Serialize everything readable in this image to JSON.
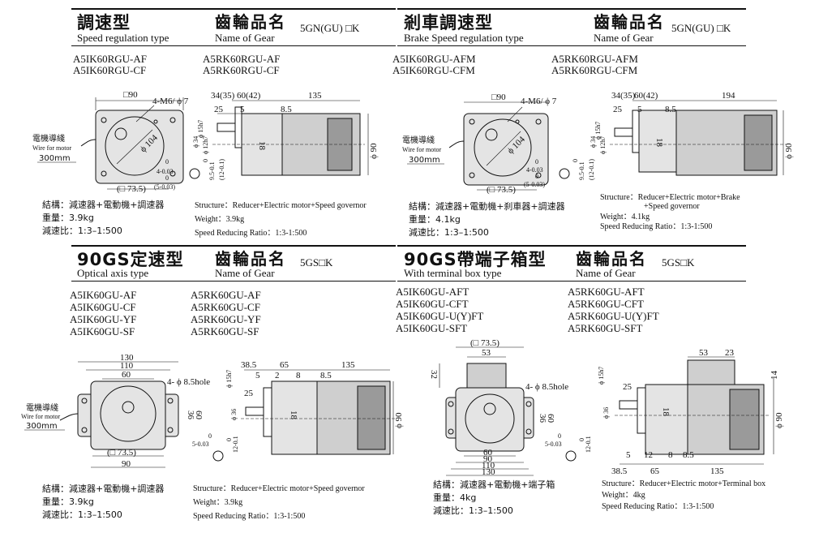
{
  "sections": [
    {
      "title_zh": "調速型",
      "title_en": "Speed regulation type",
      "gear_zh": "齒輪品名",
      "gear_en": "Name of Gear",
      "gear_code": "5GN(GU) □K",
      "models_left": [
        "A5IK60RGU-AF",
        "A5IK60RGU-CF"
      ],
      "models_right": [
        "A5RK60RGU-AF",
        "A5RK60RGU-CF"
      ],
      "spec_zh": [
        "結構：減速器+電動機+調速器",
        "重量：3.9kg",
        "減速比：1:3–1:500"
      ],
      "spec_en": [
        "Structure：Reducer+Electric motor+Speed governor",
        "Weight：3.9kg",
        "Speed Reducing Ratio：1:3-1:500"
      ],
      "dims": {
        "box": "□90",
        "hole": "4-M6/ ϕ 7",
        "pcd": "ϕ 104",
        "flange": "(□ 73.5)",
        "wire_zh": "電機導綫",
        "wire_en": "Wire for motor",
        "wire_len": "300mm",
        "shaft_tol": "ϕ 15h7",
        "shaft_tol2": "ϕ 12h7",
        "shaft_d": "ϕ 34",
        "len1": "34(35)",
        "len2": "60(42)",
        "len3": "135",
        "s25": "25",
        "s5": "5",
        "s85": "8.5",
        "h90": "ϕ 90",
        "key": "18",
        "keyw": "4-0.03",
        "keyw2": "(5-0.03)",
        "keyh": "9.5-0.1",
        "keyh2": "(12-0.1)",
        "zero": "0"
      }
    },
    {
      "title_zh": "剎車調速型",
      "title_en": "Brake Speed regulation type",
      "gear_zh": "齒輪品名",
      "gear_en": "Name of Gear",
      "gear_code": "5GN(GU) □K",
      "models_left": [
        "A5IK60RGU-AFM",
        "A5IK60RGU-CFM"
      ],
      "models_right": [
        "A5RK60RGU-AFM",
        "A5RK60RGU-CFM"
      ],
      "spec_zh": [
        "結構：減速器+電動機+刹車器+調速器",
        "重量：4.1kg",
        "減速比：1:3–1:500"
      ],
      "spec_en": [
        "Structure：Reducer+Electric motor+Brake",
        "+Speed governor",
        "Weight：4.1kg",
        "Speed Reducing Ratio：1:3-1:500"
      ],
      "dims": {
        "box": "□90",
        "hole": "4-M6/ ϕ 7",
        "pcd": "ϕ 104",
        "flange": "(□ 73.5)",
        "wire_zh": "電機導綫",
        "wire_en": "Wire for motor",
        "wire_len": "300mm",
        "shaft_tol": "ϕ 15h7",
        "shaft_tol2": "ϕ 12h7",
        "shaft_d": "ϕ 34",
        "len1": "34(35)",
        "len2": "60(42)",
        "len3": "194",
        "s25": "25",
        "s5": "5",
        "s85": "8.5",
        "h90": "ϕ 90",
        "key": "18",
        "keyw": "4-0.03",
        "keyw2": "(5-0.03)",
        "keyh": "9.5-0.1",
        "keyh2": "(12-0.1)",
        "zero": "0"
      }
    },
    {
      "title_zh": "90GS定速型",
      "title_en": "Optical axis type",
      "gear_zh": "齒輪品名",
      "gear_en": "Name of Gear",
      "gear_code": "5GS□K",
      "models_left": [
        "A5IK60GU-AF",
        "A5IK60GU-CF",
        "A5IK60GU-YF",
        "A5IK60GU-SF"
      ],
      "models_right": [
        "A5RK60GU-AF",
        "A5RK60GU-CF",
        "A5RK60GU-YF",
        "A5RK60GU-SF"
      ],
      "spec_zh": [
        "結構：減速器+電動機+調速器",
        "重量：3.9kg",
        "減速比：1:3–1:500"
      ],
      "spec_en": [
        "Structure：Reducer+Electric motor+Speed governor",
        "Weight：3.9kg",
        "Speed Reducing Ratio：1:3-1:500"
      ],
      "dims": {
        "w130": "130",
        "w110": "110",
        "w60": "60",
        "hole": "4- ϕ 8.5hole",
        "h36": "36",
        "h60": "60",
        "flange": "(□ 73.5)",
        "w90": "90",
        "wire_zh": "電機導綫",
        "wire_en": "Wire for motor",
        "wire_len": "300mm",
        "shaft_tol": "ϕ 15h7",
        "shaft_d": "ϕ 36",
        "l385": "38.5",
        "l65": "65",
        "l135": "135",
        "s5": "5",
        "s2": "2",
        "s8": "8",
        "s85": "8.5",
        "s25": "25",
        "h90": "ϕ 90",
        "key": "18",
        "keyw": "5-0.03",
        "keyh": "12-0.1",
        "zero": "0"
      }
    },
    {
      "title_zh": "90GS帶端子箱型",
      "title_en": "With terminal box type",
      "gear_zh": "齒輪品名",
      "gear_en": "Name of Gear",
      "gear_code": "5GS□K",
      "models_left": [
        "A5IK60GU-AFT",
        "A5IK60GU-CFT",
        "A5IK60GU-U(Y)FT",
        "A5IK60GU-SFT"
      ],
      "models_right": [
        "A5RK60GU-AFT",
        "A5RK60GU-CFT",
        "A5RK60GU-U(Y)FT",
        "A5RK60GU-SFT"
      ],
      "spec_zh": [
        "結構：減速器+電動機+端子箱",
        "重量：4kg",
        "減速比：1:3–1:500"
      ],
      "spec_en": [
        "Structure：Reducer+Electric motor+Terminal box",
        "Weight：4kg",
        "Speed Reducing Ratio：1:3-1:500"
      ],
      "dims": {
        "flange": "(□ 73.5)",
        "w53": "53",
        "h32": "32",
        "hole": "4- ϕ 8.5hole",
        "h36": "36",
        "h60": "60",
        "w60": "60",
        "w90": "90",
        "w110": "110",
        "w130": "130",
        "shaft_tol": "ϕ 15h7",
        "shaft_d": "ϕ 36",
        "s25": "25",
        "h90": "ϕ 90",
        "key": "18",
        "keyw": "5-0.03",
        "keyh": "12-0.1",
        "zero": "0",
        "t53": "53",
        "t23": "23",
        "h14": "14",
        "s5": "5",
        "s12": "12",
        "s8": "8",
        "s85": "8.5",
        "l385": "38.5",
        "l65": "65",
        "l135": "135"
      }
    }
  ]
}
